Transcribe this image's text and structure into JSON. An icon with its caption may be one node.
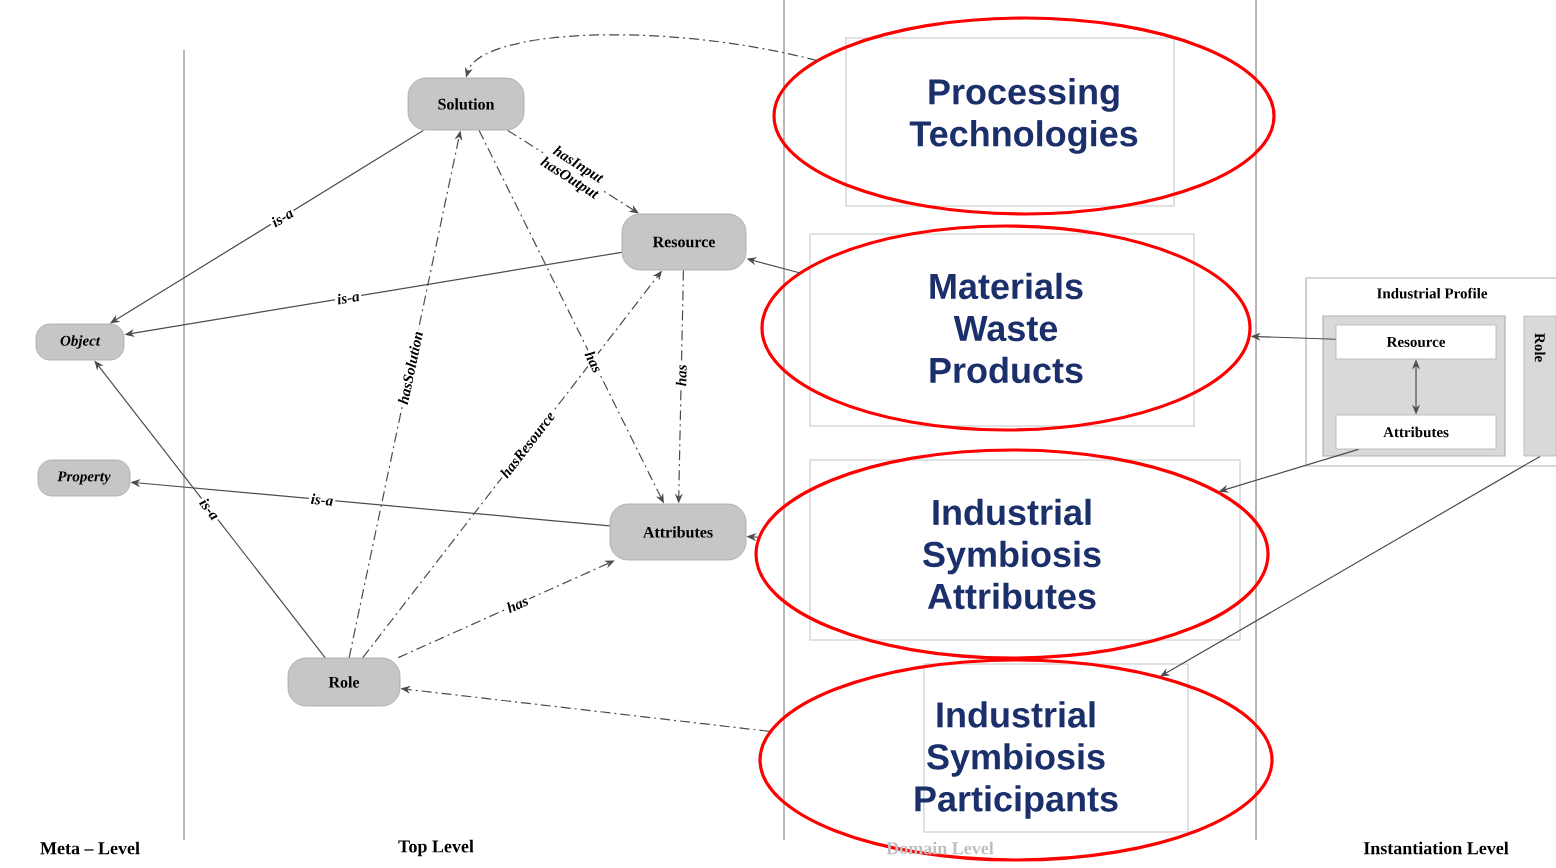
{
  "diagram": {
    "nodes": [
      {
        "text": [
          "Solution"
        ]
      },
      {
        "text": [
          "Resource"
        ]
      },
      {
        "text": [
          "Object"
        ]
      },
      {
        "text": [
          "Property"
        ]
      },
      {
        "text": [
          "Attributes"
        ]
      },
      {
        "text": [
          "Role"
        ]
      },
      {
        "text": [
          "Processing Technologies"
        ]
      },
      {
        "text": [
          "Materials Waste Products"
        ]
      },
      {
        "text": [
          "Industrial Symbiosis Attributes"
        ]
      },
      {
        "text": [
          "Industrial Symbiosis Participants"
        ]
      },
      {
        "text": [
          "Industrial Profile"
        ]
      },
      {
        "text": [],
        "shape": "box",
        "in": 10
      },
      {
        "text": [
          "Resource"
        ],
        "in": 11
      },
      {
        "text": [
          "Attributes"
        ],
        "in": 11
      },
      {
        "text": [
          "Role"
        ],
        "in": 10
      }
    ],
    "edges": [
      {
        "from": 0,
        "to": 2,
        "arrow": "to",
        "label": "is-a"
      },
      {
        "from": 1,
        "to": 2,
        "arrow": "to",
        "label": "is-a"
      },
      {
        "from": 5,
        "to": 2,
        "arrow": "to",
        "label": "is-a"
      },
      {
        "from": 4,
        "to": 3,
        "arrow": "to",
        "label": "is-a"
      },
      {
        "from": 0,
        "to": 1,
        "arrow": "to",
        "label": "hasInput hasOutput",
        "style": "dashed"
      },
      {
        "from": 5,
        "to": 0,
        "arrow": "to",
        "label": "hasSolution",
        "style": "dashed"
      },
      {
        "from": 5,
        "to": 1,
        "arrow": "to",
        "label": "hasResource",
        "style": "dashed"
      },
      {
        "from": 0,
        "to": 4,
        "arrow": "to",
        "label": "has",
        "style": "dashed"
      },
      {
        "from": 1,
        "to": 4,
        "arrow": "to",
        "label": "has",
        "style": "dashed"
      },
      {
        "from": 5,
        "to": 4,
        "arrow": "to",
        "label": "has",
        "style": "dashed"
      },
      {
        "from": 6,
        "to": 0,
        "arrow": "to",
        "style": "dashed"
      },
      {
        "from": 7,
        "to": 1,
        "arrow": "to"
      },
      {
        "from": 8,
        "to": 4,
        "arrow": "to",
        "style": "dashed"
      },
      {
        "from": 9,
        "to": 5,
        "arrow": "to",
        "style": "dashed"
      },
      {
        "from": 12,
        "to": 13,
        "arrow": "both"
      },
      {
        "from": 12,
        "to": 7,
        "arrow": "to"
      },
      {
        "from": 13,
        "to": 8,
        "arrow": "to"
      },
      {
        "from": 14,
        "to": 9,
        "arrow": "to"
      }
    ],
    "labels": [
      "Meta – Level",
      "Top Level",
      "Domain Level",
      "Instantiation Level"
    ]
  }
}
